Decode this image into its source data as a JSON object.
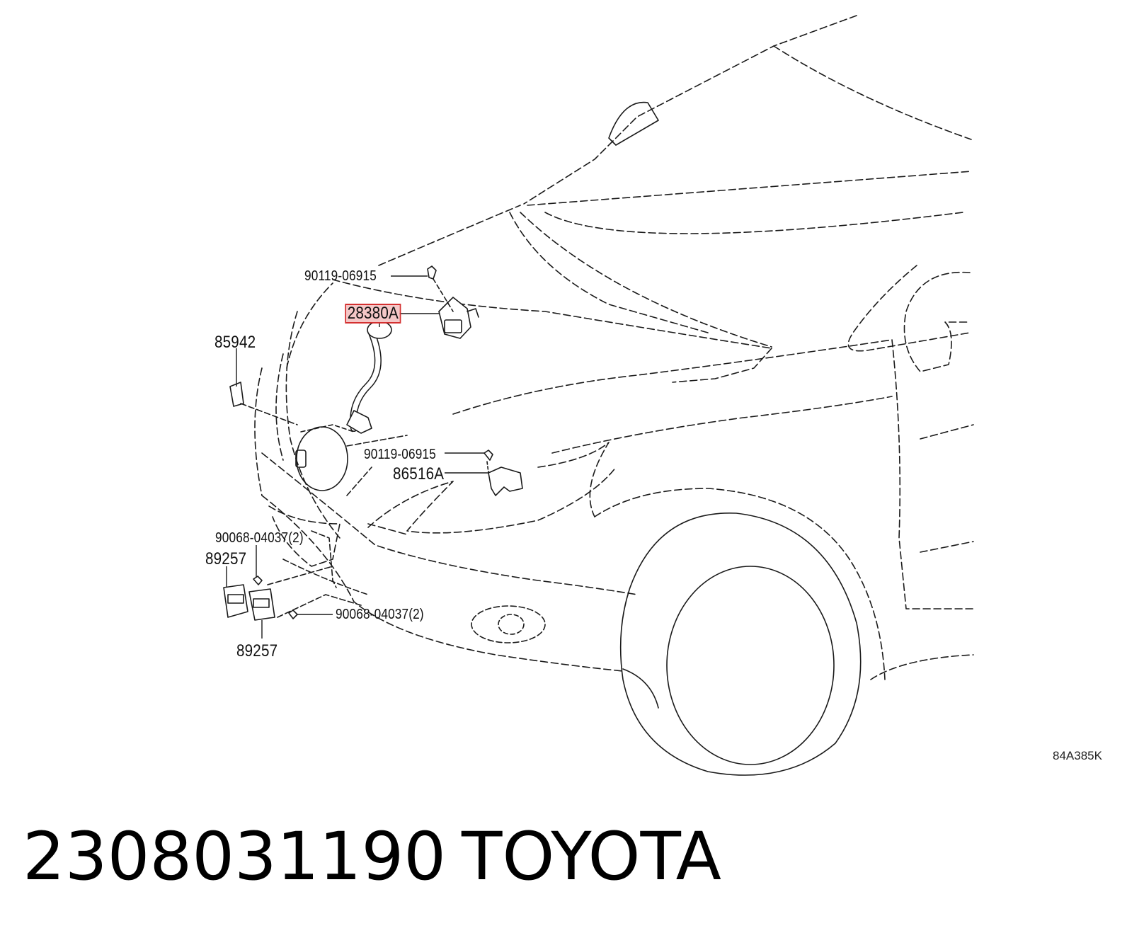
{
  "diagram": {
    "callouts": {
      "bolt_top": "90119-06915",
      "latch_part": "28380A",
      "clip_left": "85942",
      "bolt_mid": "90119-06915",
      "bracket_part": "86516A",
      "bolt_low_left": "90068-04037(2)",
      "sensor_upper": "89257",
      "bolt_low_right": "90068-04037(2)",
      "sensor_lower": "89257"
    },
    "illustration_code": "84A385K",
    "highlight_color": "#d43030"
  },
  "footer": {
    "part_number": "2308031190",
    "brand": "TOYOTA"
  }
}
